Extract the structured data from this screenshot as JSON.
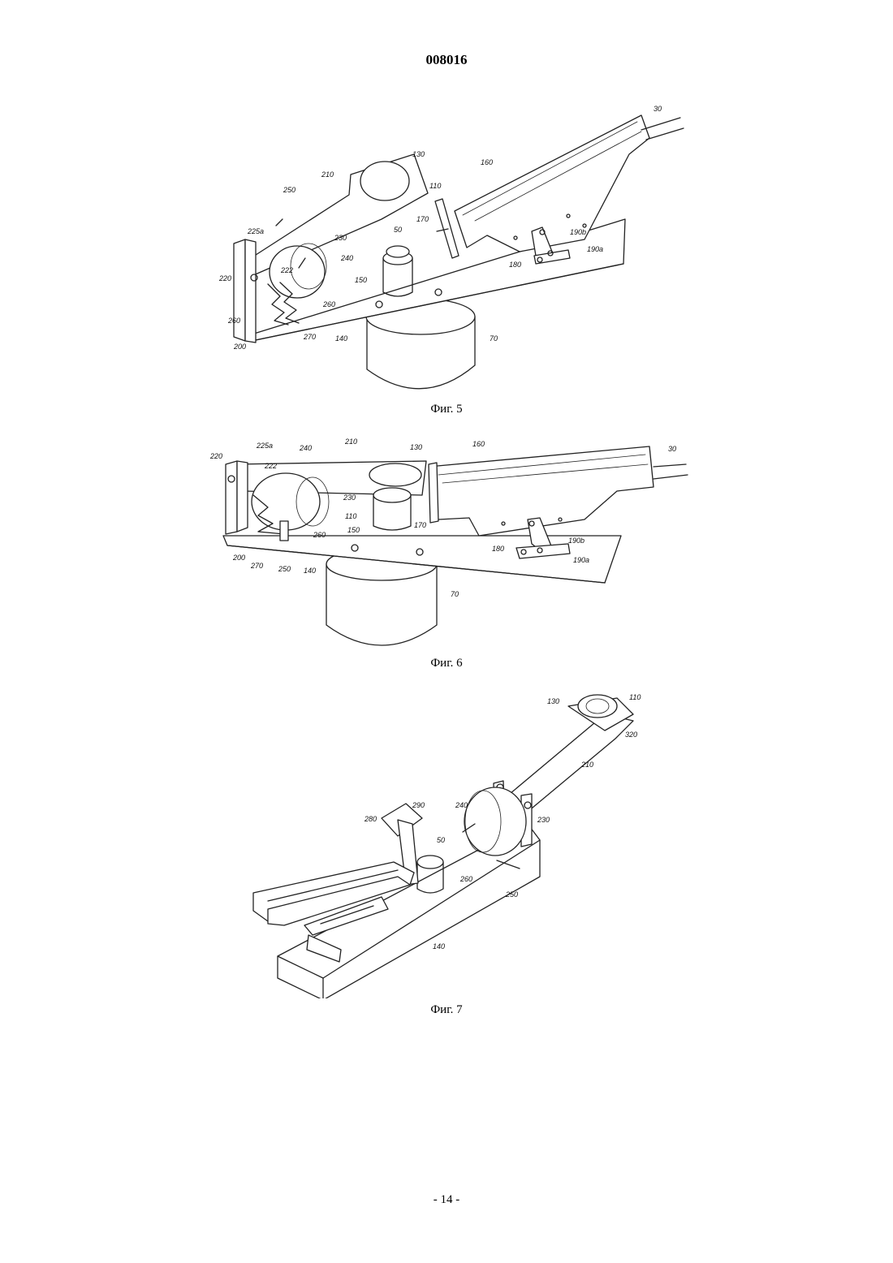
{
  "document": {
    "header_number": "008016",
    "footer_page": "- 14 -"
  },
  "figures": [
    {
      "caption": "Фиг. 5",
      "labels": [
        "30",
        "130",
        "210",
        "160",
        "110",
        "250",
        "50",
        "170",
        "190b",
        "225a",
        "230",
        "240",
        "190a",
        "180",
        "220",
        "222",
        "150",
        "260",
        "260",
        "270",
        "140",
        "200",
        "70"
      ]
    },
    {
      "caption": "Фиг. 6",
      "labels": [
        "220",
        "225a",
        "240",
        "210",
        "130",
        "160",
        "30",
        "222",
        "230",
        "110",
        "170",
        "190b",
        "150",
        "260",
        "180",
        "190a",
        "200",
        "270",
        "250",
        "140",
        "70"
      ]
    },
    {
      "caption": "Фиг. 7",
      "labels": [
        "130",
        "110",
        "320",
        "210",
        "280",
        "290",
        "240",
        "230",
        "50",
        "260",
        "250",
        "140"
      ]
    }
  ]
}
